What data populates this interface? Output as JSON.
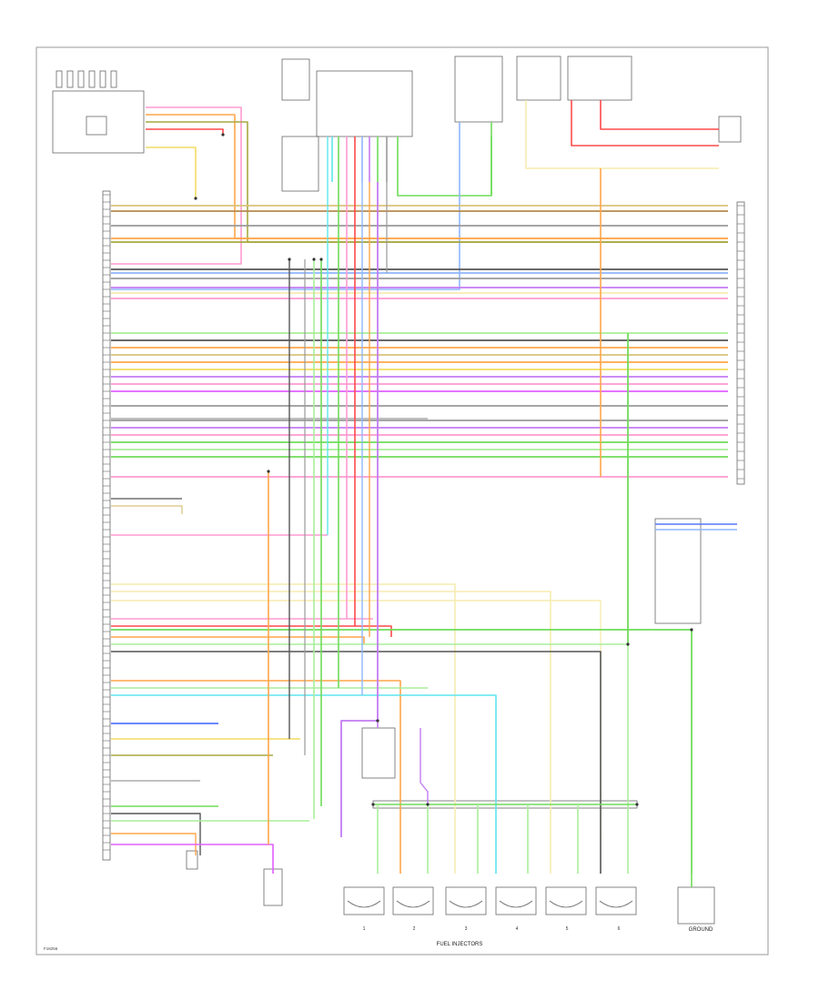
{
  "figure_code": "F18256",
  "labels": {
    "injectors_title": "FUEL INJECTORS",
    "ground": "GROUND",
    "cyl": [
      "1",
      "2",
      "3",
      "4",
      "5",
      "6"
    ]
  },
  "colors": {
    "red": "#ff4a4a",
    "pink": "#ff9ad0",
    "orange": "#ffa64a",
    "yellow": "#f2dc60",
    "light_yellow": "#f6ecb0",
    "green": "#6fdc5a",
    "light_green": "#a9ee9a",
    "blue": "#5577ff",
    "light_blue": "#8fb6ff",
    "cyan": "#5ee6ee",
    "violet": "#c37cf2",
    "magenta": "#e060ff",
    "gray": "#9a9a9a",
    "dark_gray": "#555555",
    "tan": "#d9c27a",
    "olive": "#a8a840",
    "brown": "#b7894e",
    "black": "#222222"
  }
}
